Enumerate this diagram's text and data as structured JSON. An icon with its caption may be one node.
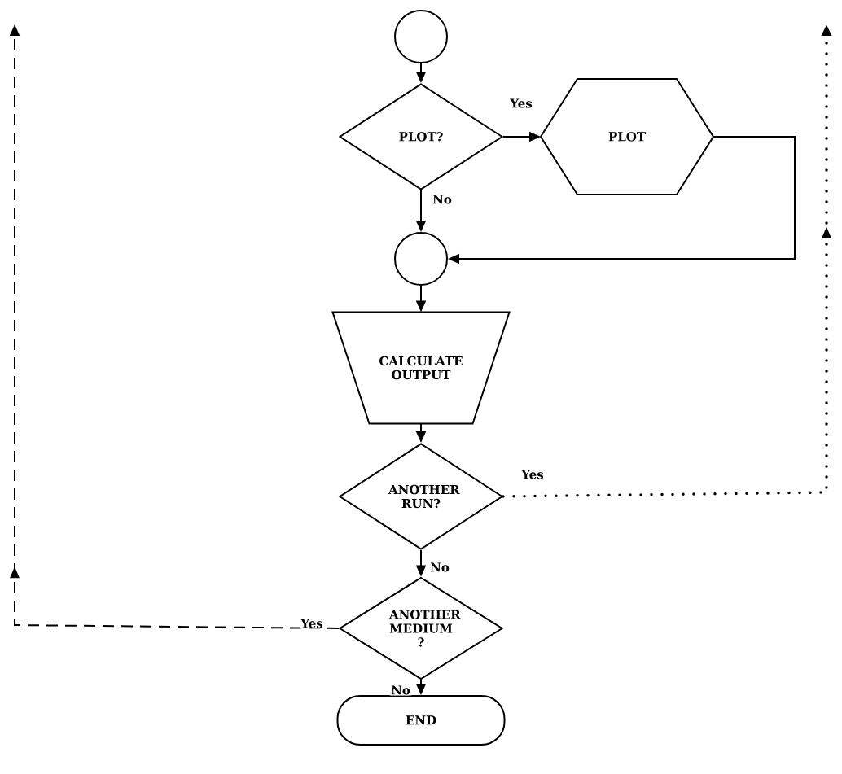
{
  "diagram": {
    "nodes": [
      {
        "text": [],
        "shape": "circle"
      },
      {
        "text": [
          "PLOT?"
        ]
      },
      {
        "text": [
          "PLOT"
        ]
      },
      {
        "text": [],
        "shape": "circle"
      },
      {
        "text": [
          "CALCULATE OUTPUT"
        ]
      },
      {
        "text": [
          "ANOTHER RUN?"
        ]
      },
      {
        "text": [
          "ANOTHER MEDIUM ?"
        ]
      },
      {
        "text": [
          "END"
        ]
      }
    ],
    "edges": [
      {
        "from": 0,
        "to": 1,
        "arrow": "to"
      },
      {
        "from": 1,
        "to": 2,
        "arrow": "to",
        "label": "Yes"
      },
      {
        "from": 1,
        "to": 3,
        "arrow": "to",
        "label": "No"
      },
      {
        "from": 2,
        "to": 3,
        "arrow": "to"
      },
      {
        "from": 3,
        "to": 4,
        "arrow": "to"
      },
      {
        "from": 4,
        "to": 5,
        "arrow": "to"
      },
      {
        "from": 5,
        "to": 6,
        "arrow": "to",
        "label": "No"
      },
      {
        "from": 6,
        "to": 7,
        "arrow": "to",
        "label": "No"
      },
      {
        "from": 5,
        "to": null,
        "arrow": "to",
        "label": "Yes",
        "style": "dashed"
      },
      {
        "from": 6,
        "to": null,
        "arrow": "to",
        "label": "Yes",
        "style": "dashed"
      }
    ]
  }
}
